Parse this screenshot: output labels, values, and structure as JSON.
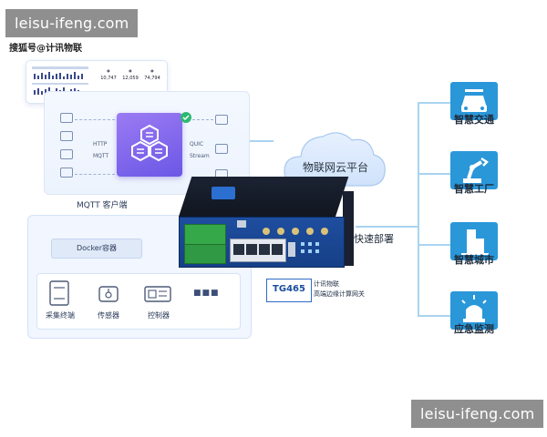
{
  "watermarks": {
    "top": "leisu-ifeng.com",
    "bottom": "leisu-ifeng.com"
  },
  "source_caption": "搜狐号@计讯物联",
  "dashboard": {
    "stats": [
      "10,747",
      "12,059",
      "74,794"
    ]
  },
  "mqtt_client": {
    "protocols_left": [
      "HTTP",
      "MQTT"
    ],
    "protocols_right": [
      "QUIC",
      "Stream"
    ],
    "label": "MQTT 客户端"
  },
  "cloud": {
    "label": "物联网云平台"
  },
  "deploy": {
    "label": "快速部署"
  },
  "device_panel": {
    "docker_label": "Docker容器",
    "devices": [
      "采集终端",
      "传感器",
      "控制器"
    ],
    "more": "■■■"
  },
  "product": {
    "model": "TG465",
    "desc_line1": "计讯物联",
    "desc_line2": "高端边缘计算网关"
  },
  "applications": [
    {
      "label": "智慧交通",
      "icon": "car-icon"
    },
    {
      "label": "智慧工厂",
      "icon": "robot-arm-icon"
    },
    {
      "label": "智慧城市",
      "icon": "city-buildings-icon"
    },
    {
      "label": "应急监测",
      "icon": "alarm-light-icon"
    }
  ],
  "colors": {
    "accent_blue": "#2a97d9",
    "connector": "#a9d4f0",
    "hub_purple": "#7b63ea",
    "router_blue": "#1e4ea0"
  }
}
